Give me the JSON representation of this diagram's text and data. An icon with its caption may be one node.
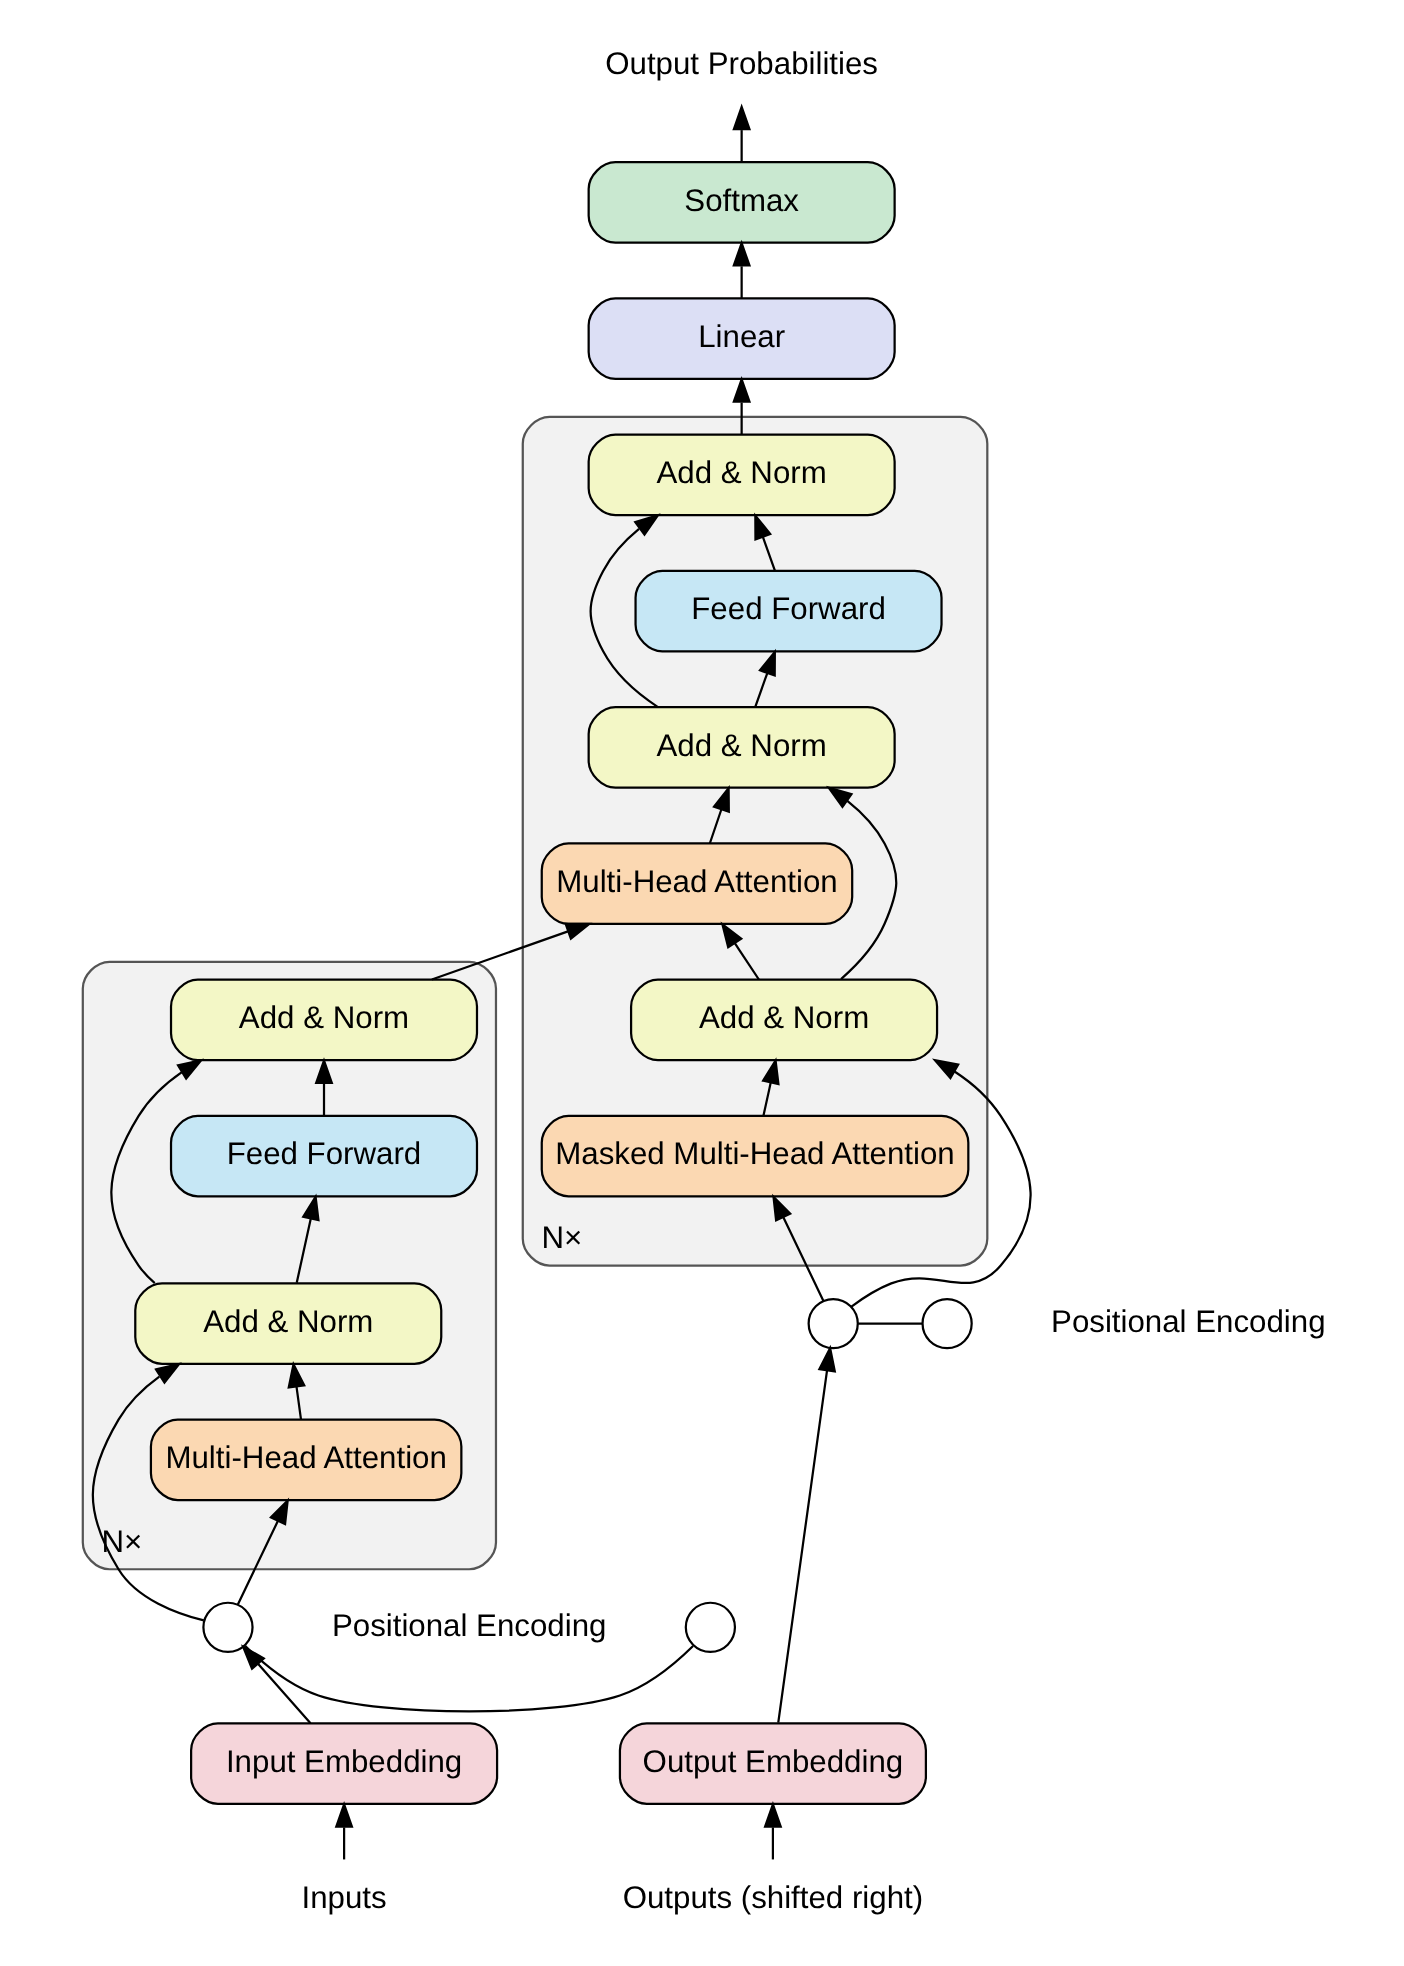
{
  "diagram": {
    "nodes": [
      {
        "text": [
          "N×"
        ]
      },
      {
        "text": [
          "Add & Norm"
        ],
        "in": 0
      },
      {
        "text": [
          "Feed Forward"
        ],
        "in": 0
      },
      {
        "text": [
          "Add & Norm"
        ],
        "in": 0
      },
      {
        "text": [
          "Multi-Head Attention"
        ],
        "in": 0
      },
      {
        "text": [
          "N×"
        ]
      },
      {
        "text": [
          "Add & Norm"
        ],
        "in": 5
      },
      {
        "text": [
          "Feed Forward"
        ],
        "in": 5
      },
      {
        "text": [
          "Add & Norm"
        ],
        "in": 5
      },
      {
        "text": [
          "Multi-Head Attention"
        ],
        "in": 5
      },
      {
        "text": [
          "Add & Norm"
        ],
        "in": 5
      },
      {
        "text": [
          "Masked Multi-Head Attention"
        ],
        "in": 5
      },
      {
        "text": [
          "Softmax"
        ]
      },
      {
        "text": [
          "Linear"
        ]
      },
      {
        "text": [
          "Output Probabilities"
        ]
      },
      {
        "text": [
          "Input Embedding"
        ]
      },
      {
        "text": [
          "Output Embedding"
        ]
      },
      {
        "text": [
          "Inputs"
        ]
      },
      {
        "text": [
          "Outputs (shifted right)"
        ]
      },
      {
        "text": [],
        "shape": "circle"
      },
      {
        "text": [],
        "shape": "circle",
        "beside": [
          "Positional Encoding"
        ]
      },
      {
        "text": [],
        "shape": "circle"
      },
      {
        "text": [],
        "shape": "circle",
        "beside": [
          "Positional Encoding"
        ]
      }
    ],
    "edges": [
      {
        "from": 17,
        "to": 15,
        "arrow": "to"
      },
      {
        "from": 15,
        "to": 19,
        "arrow": "to"
      },
      {
        "from": 20,
        "to": 19,
        "arrow": "none"
      },
      {
        "from": 19,
        "to": 4,
        "arrow": "to"
      },
      {
        "from": 19,
        "to": 3,
        "arrow": "to"
      },
      {
        "from": 4,
        "to": 3,
        "arrow": "to"
      },
      {
        "from": 3,
        "to": 2,
        "arrow": "to"
      },
      {
        "from": 3,
        "to": 1,
        "arrow": "to"
      },
      {
        "from": 2,
        "to": 1,
        "arrow": "to"
      },
      {
        "from": 1,
        "to": 9,
        "arrow": "to"
      },
      {
        "from": 18,
        "to": 16,
        "arrow": "to"
      },
      {
        "from": 16,
        "to": 21,
        "arrow": "to"
      },
      {
        "from": 22,
        "to": 21,
        "arrow": "none"
      },
      {
        "from": 21,
        "to": 11,
        "arrow": "to"
      },
      {
        "from": 21,
        "to": 10,
        "arrow": "to"
      },
      {
        "from": 11,
        "to": 10,
        "arrow": "to"
      },
      {
        "from": 10,
        "to": 9,
        "arrow": "to"
      },
      {
        "from": 10,
        "to": 8,
        "arrow": "to"
      },
      {
        "from": 9,
        "to": 8,
        "arrow": "to"
      },
      {
        "from": 8,
        "to": 7,
        "arrow": "to"
      },
      {
        "from": 8,
        "to": 6,
        "arrow": "to"
      },
      {
        "from": 7,
        "to": 6,
        "arrow": "to"
      },
      {
        "from": 6,
        "to": 13,
        "arrow": "to"
      },
      {
        "from": 13,
        "to": 12,
        "arrow": "to"
      },
      {
        "from": 12,
        "to": 14,
        "arrow": "to"
      }
    ]
  }
}
